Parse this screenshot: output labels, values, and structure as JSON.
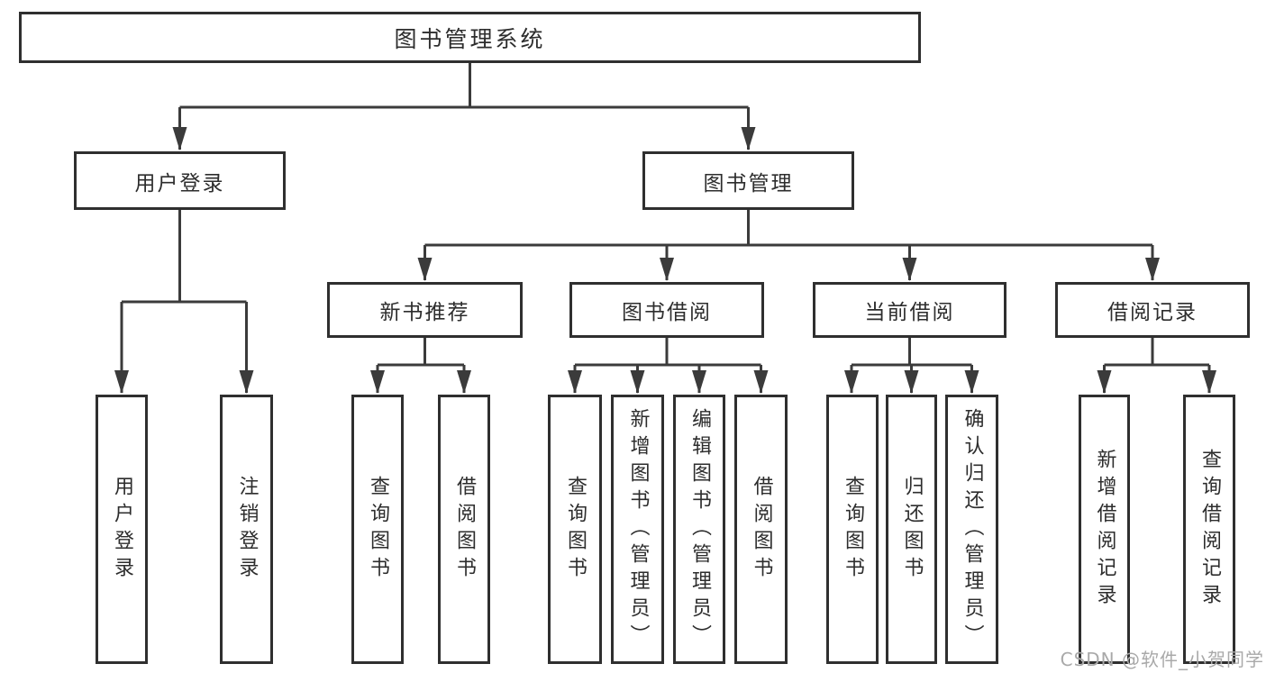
{
  "colors": {
    "line": "#3b3b3b",
    "box_border": "#2f2f2f",
    "text": "#2d2d2d",
    "watermark": "#a9a9a9",
    "background": "#ffffff"
  },
  "diagram": {
    "root": {
      "label": "图书管理系统"
    },
    "level2": [
      {
        "label": "用户登录"
      },
      {
        "label": "图书管理"
      }
    ],
    "level3": [
      {
        "label": "新书推荐"
      },
      {
        "label": "图书借阅"
      },
      {
        "label": "当前借阅"
      },
      {
        "label": "借阅记录"
      }
    ],
    "leaves": [
      {
        "label": "用户登录"
      },
      {
        "label": "注销登录"
      },
      {
        "label": "查询图书"
      },
      {
        "label": "借阅图书"
      },
      {
        "label": "查询图书"
      },
      {
        "label": "新增图书（管理员）"
      },
      {
        "label": "编辑图书（管理员）"
      },
      {
        "label": "借阅图书"
      },
      {
        "label": "查询图书"
      },
      {
        "label": "归还图书"
      },
      {
        "label": "确认归还（管理员）"
      },
      {
        "label": "新增借阅记录"
      },
      {
        "label": "查询借阅记录"
      }
    ]
  },
  "watermark": {
    "text": "CSDN @软件_小贺同学"
  }
}
